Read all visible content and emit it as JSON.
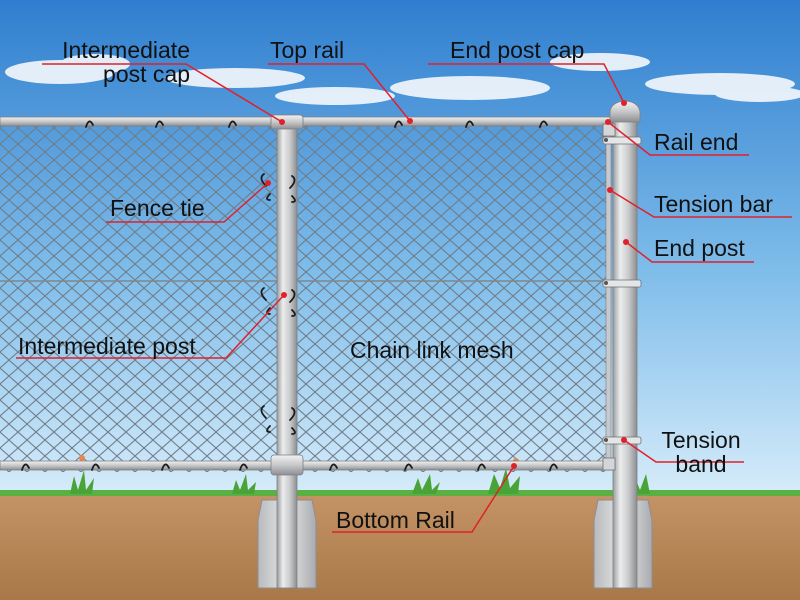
{
  "labels": {
    "intermediate_post_cap": [
      "Intermediate",
      "post cap"
    ],
    "top_rail": "Top rail",
    "end_post_cap": "End post cap",
    "rail_end": "Rail end",
    "fence_tie": "Fence tie",
    "tension_bar": "Tension bar",
    "end_post": "End post",
    "intermediate_post": "Intermediate post",
    "chain_link_mesh": "Chain link mesh",
    "tension_band": [
      "Tension",
      "band"
    ],
    "bottom_rail": "Bottom Rail"
  },
  "colors": {
    "sky_top": "#2f7ecf",
    "sky_bottom": "#d6ecfa",
    "ground": "#b9875a",
    "grass": "#5bb043",
    "post": "#d3d4d6",
    "leader": "#e0212b",
    "mesh": "#6f7c88"
  }
}
